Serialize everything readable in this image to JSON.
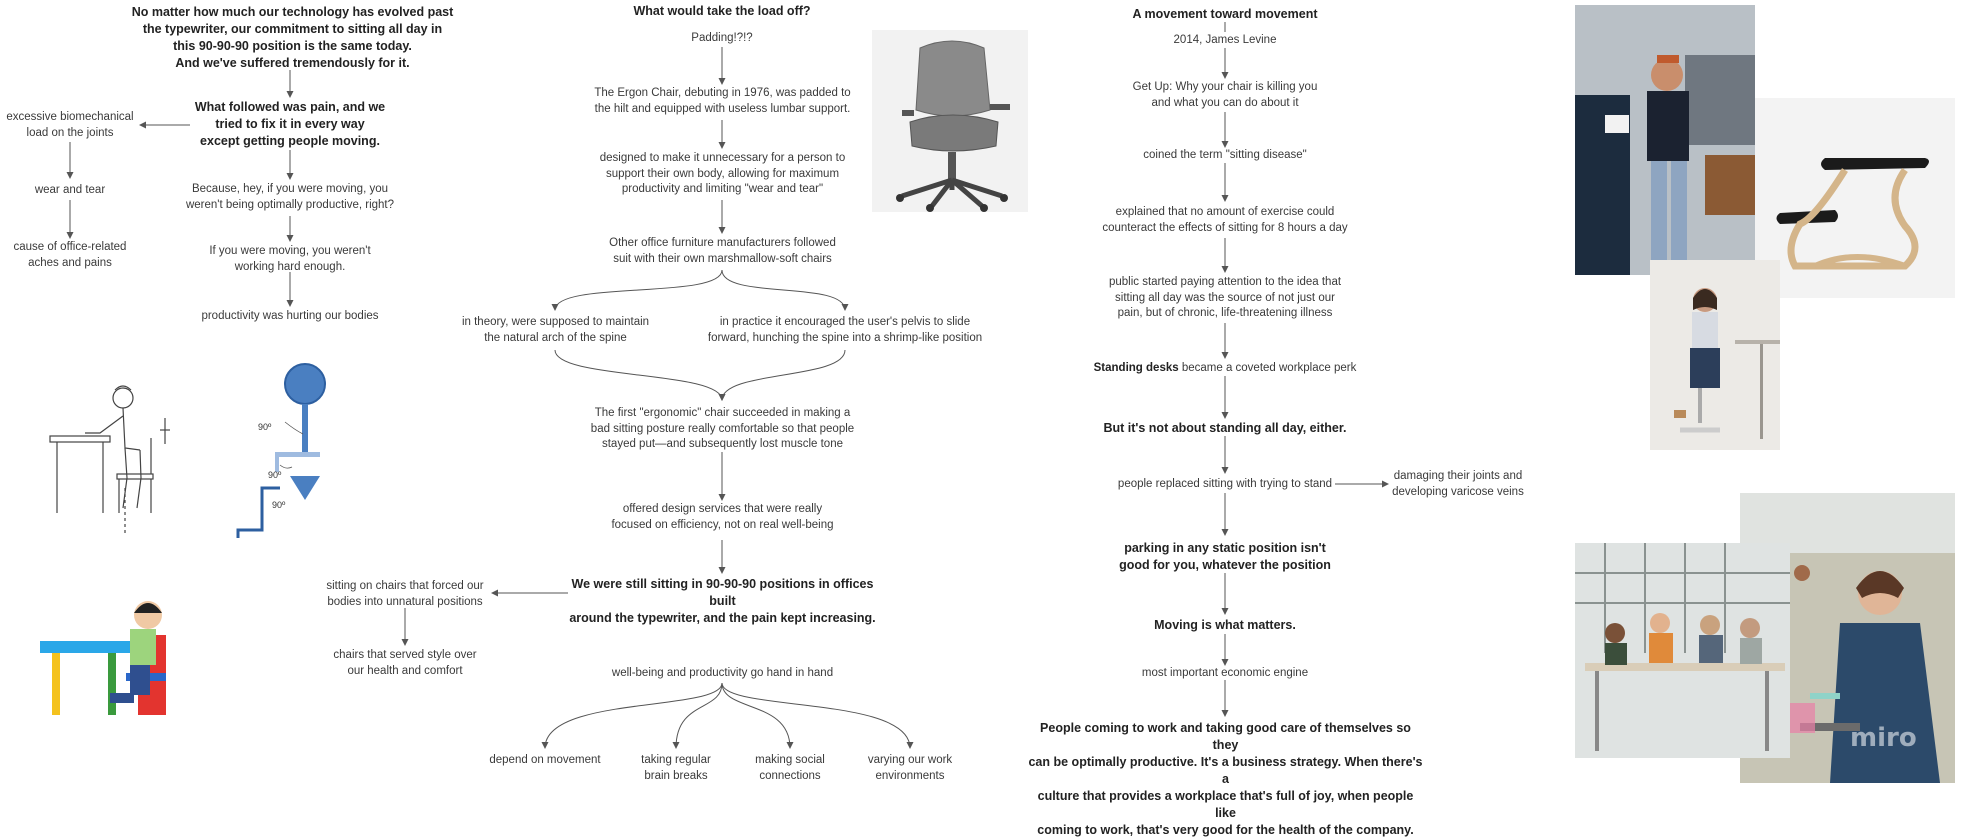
{
  "col1": {
    "headline": "No matter how much our technology has evolved past\nthe typewriter, our commitment to sitting all day in\nthis 90-90-90 position is the same today.\nAnd we've suffered tremendously for it.",
    "pain": "What followed was pain, and we\ntried to fix it in every way\nexcept getting people moving.",
    "biomech": "excessive biomechanical\nload on the joints",
    "wear": "wear and tear",
    "cause": "cause of office-related\naches and pains",
    "because": "Because, hey, if you were moving, you\nweren't being optimally productive, right?",
    "ifmoving": "If you were moving, you weren't\nworking hard enough.",
    "productivity": "productivity was hurting our bodies",
    "angle1": "90º",
    "angle2": "90º",
    "angle3": "90º"
  },
  "col2": {
    "question": "What would take the load off?",
    "padding": "Padding!?!?",
    "ergon": "The Ergon Chair, debuting in 1976, was padded to\nthe hilt and equipped with useless lumbar support.",
    "designed": "designed to make it unnecessary for a person to\nsupport their own body, allowing for maximum\nproductivity and limiting \"wear and tear\"",
    "other": "Other office furniture manufacturers followed\nsuit with their own marshmallow-soft chairs",
    "theory": "in theory, were supposed to maintain\nthe natural arch of the spine",
    "practice": "in practice it encouraged the user's pelvis to slide\nforward, hunching the spine into a shrimp-like position",
    "first": "The first \"ergonomic\" chair succeeded in making a\nbad sitting posture really comfortable so that people\nstayed put—and subsequently lost muscle tone",
    "offered": "offered design services that were really\nfocused on efficiency, not on real well-being",
    "still": "We were still sitting in 90-90-90 positions in offices built\naround the typewriter, and the pain kept increasing.",
    "forced": "sitting on chairs that forced our\nbodies into unnatural positions",
    "style": "chairs that served style over\nour health and comfort",
    "wellbeing": "well-being and productivity go hand in hand",
    "b1": "depend on movement",
    "b2": "taking regular\nbrain breaks",
    "b3": "making social\nconnections",
    "b4": "varying our work\nenvironments"
  },
  "col3": {
    "title": "A movement toward movement",
    "levine": "2014, James Levine",
    "getup": "Get Up: Why your chair is killing you\nand what you can do about it",
    "coined": "coined the term \"sitting disease\"",
    "explained": "explained that no amount of exercise could\ncounteract the effects of sitting for 8 hours a day",
    "public": "public started paying attention to the idea that\nsitting all day was the source of not just our\npain, but of chronic, life-threatening illness",
    "standing_bold": "Standing desks",
    "standing_rest": " became a coveted workplace perk",
    "notabout": "But it's not about standing all day, either.",
    "replaced": "people replaced sitting with trying to stand",
    "damaging": "damaging their joints and\ndeveloping varicose veins",
    "parking": "parking in any static position isn't\ngood for you, whatever the position",
    "moving": "Moving is what matters.",
    "engine": "most important economic engine",
    "final": "People coming to work and taking good care of themselves so they\ncan be optimally productive. It's a business strategy. When there's a\nculture that provides a workplace that's full of joy, when people like\ncoming to work, that's very good for the health of the company."
  },
  "watermark": "miro",
  "colors": {
    "line": "#555555",
    "diagram_blue": "#4a7fc1",
    "diagram_dark": "#2d5fa0"
  }
}
